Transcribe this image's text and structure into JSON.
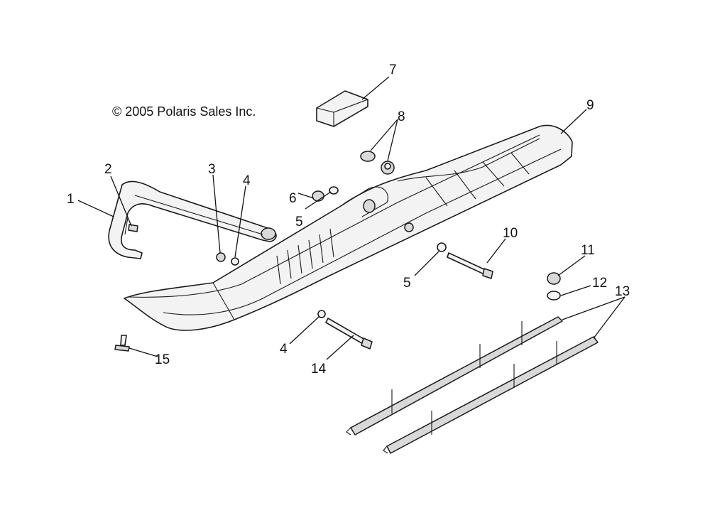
{
  "copyright": "© 2005 Polaris Sales Inc.",
  "callouts": {
    "c1": "1",
    "c2": "2",
    "c3": "3",
    "c4a": "4",
    "c4b": "4",
    "c5a": "5",
    "c5b": "5",
    "c6": "6",
    "c7": "7",
    "c8": "8",
    "c9": "9",
    "c10": "10",
    "c11": "11",
    "c12": "12",
    "c13": "13",
    "c14": "14",
    "c15": "15"
  }
}
